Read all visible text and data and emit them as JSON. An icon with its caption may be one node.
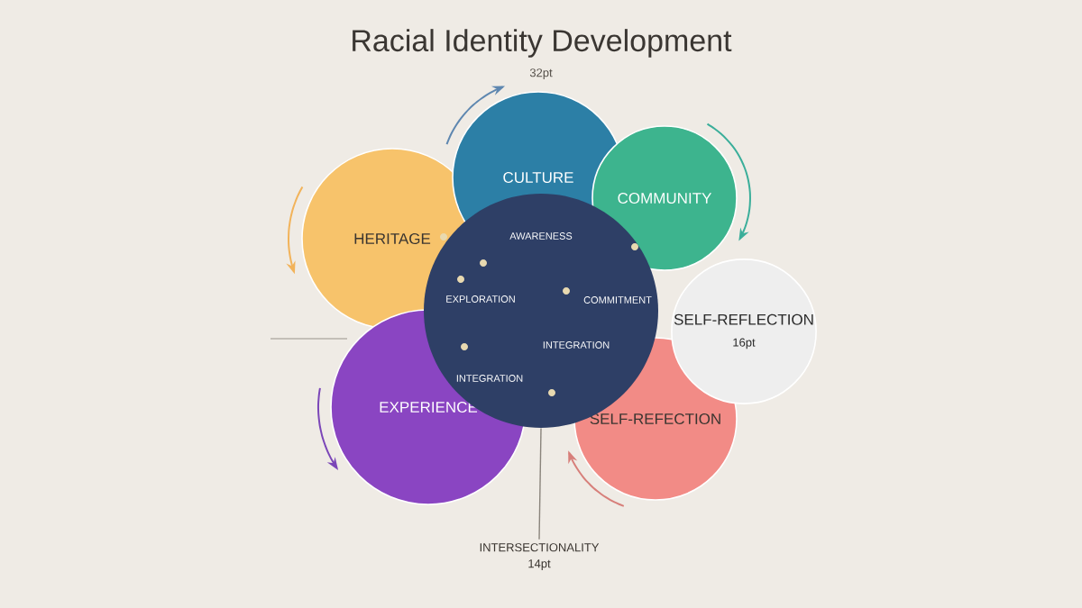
{
  "diagram": {
    "title": "Racial Identity Development",
    "nodes": [
      {
        "text": [
          "HERITAGE"
        ]
      },
      {
        "text": [
          "CULTURE"
        ]
      },
      {
        "text": [
          "COMMUNITY"
        ]
      },
      {
        "text": [
          "EXPERIENCE"
        ]
      },
      {
        "text": [
          "SELF-REFECTION"
        ]
      },
      {
        "text": [
          "SELF-REFLECTION",
          "16pt"
        ]
      },
      {
        "text": [
          "INTERSECTIONALITY",
          "14pt"
        ]
      },
      {
        "text": [],
        "shape": "circle"
      }
    ],
    "edges": [
      {
        "from": 6,
        "to": 7,
        "arrow": "none"
      }
    ],
    "labels": [
      "32pt",
      "AWARENESS",
      "EXPLORATION",
      "COMMITMENT",
      "INTEGRATION",
      "INTEGRATION"
    ]
  }
}
